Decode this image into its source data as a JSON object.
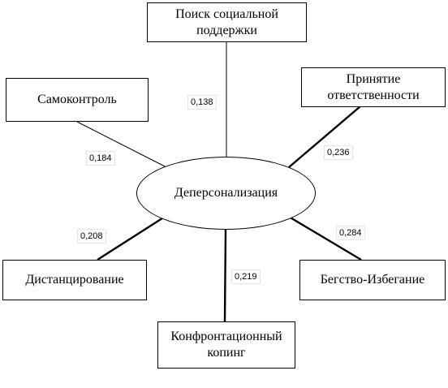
{
  "center": {
    "label": "Деперсонализация"
  },
  "nodes": [
    {
      "key": "social_support",
      "label": "Поиск социальной\nподдержки",
      "coefficient": "0,138",
      "emphasis": "thin"
    },
    {
      "key": "responsibility",
      "label": "Принятие\nответственности",
      "coefficient": "0,236",
      "emphasis": "bold"
    },
    {
      "key": "escape",
      "label": "Бегство-Избегание",
      "coefficient": "0,284",
      "emphasis": "bold"
    },
    {
      "key": "confrontation",
      "label": "Конфронтационный\nкопинг",
      "coefficient": "0,219",
      "emphasis": "bold"
    },
    {
      "key": "distancing",
      "label": "Дистанцирование",
      "coefficient": "0,208",
      "emphasis": "bold"
    },
    {
      "key": "self_control",
      "label": "Самоконтроль",
      "coefficient": "0,184",
      "emphasis": "thin"
    }
  ]
}
